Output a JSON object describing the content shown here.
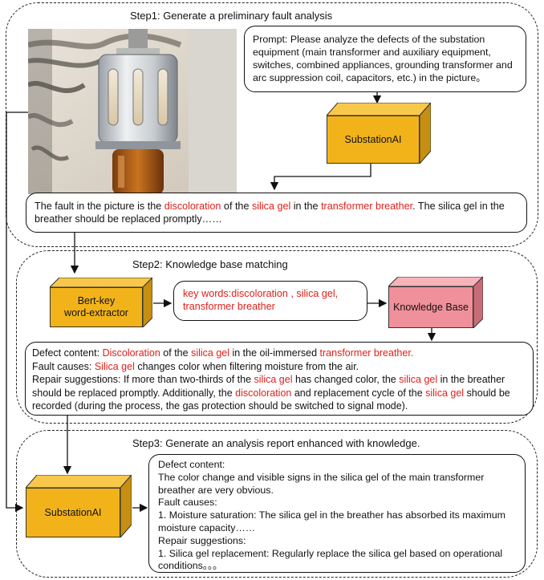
{
  "step1": {
    "title": "Step1: Generate a preliminary fault analysis",
    "prompt_label": "Prompt:",
    "prompt_text": " Please analyze the defects of the substation equipment (main transformer and auxiliary equipment, switches, combined appliances, grounding transformer and arc suppression coil, capacitors, etc.) in the picture。",
    "model_label": "SubstationAI",
    "result": {
      "p1": "The fault in the picture is the ",
      "k1": "discoloration",
      "p2": " of the ",
      "k2": "silica gel",
      "p3": " in the ",
      "k3": "transformer breather",
      "p4": ". The silica gel in the breather should be replaced promptly……"
    }
  },
  "step2": {
    "title": "Step2: Knowledge base matching",
    "extractor_label_1": "Bert-key",
    "extractor_label_2": "word-extractor",
    "keywords_1": "key words:discoloration , silica gel,",
    "keywords_2": "transformer breather",
    "kb_label": "Knowledge Base",
    "defect": {
      "label": "Defect content:",
      "k1": "Discoloration",
      "p1": " of the ",
      "k2": "silica gel",
      "p2": " in the oil-immersed ",
      "k3": "transformer breather."
    },
    "causes": {
      "label": "Fault causes:",
      "k1": "Silica gel",
      "p1": " changes color when filtering moisture from the air."
    },
    "repair": {
      "label": "Repair suggestions:",
      "p1": " If more than two-thirds of the ",
      "k1": "silica gel",
      "p2": " has changed color, the ",
      "k2": "silica gel",
      "p3": " in the breather should be replaced promptly. Additionally, the ",
      "k3": "discoloration",
      "p4": " and replacement cycle of the ",
      "k4": "silica gel",
      "p5": " should be recorded (during the process, the gas protection should be switched to signal mode)."
    }
  },
  "step3": {
    "title": "Step3: Generate an analysis report enhanced with knowledge.",
    "model_label": "SubstationAI",
    "report": [
      "Defect content:",
      "The color change and visible signs in the silica gel of the main transformer breather are very obvious.",
      "Fault causes:",
      "1. Moisture saturation: The silica gel in the breather has absorbed its maximum moisture capacity……",
      "Repair suggestions:",
      "1. Silica gel replacement: Regularly replace the silica gel based on operational conditions。。。"
    ]
  },
  "colors": {
    "cube": "#f2b31a",
    "kb": "#f0909a",
    "highlight": "#e0201b"
  }
}
